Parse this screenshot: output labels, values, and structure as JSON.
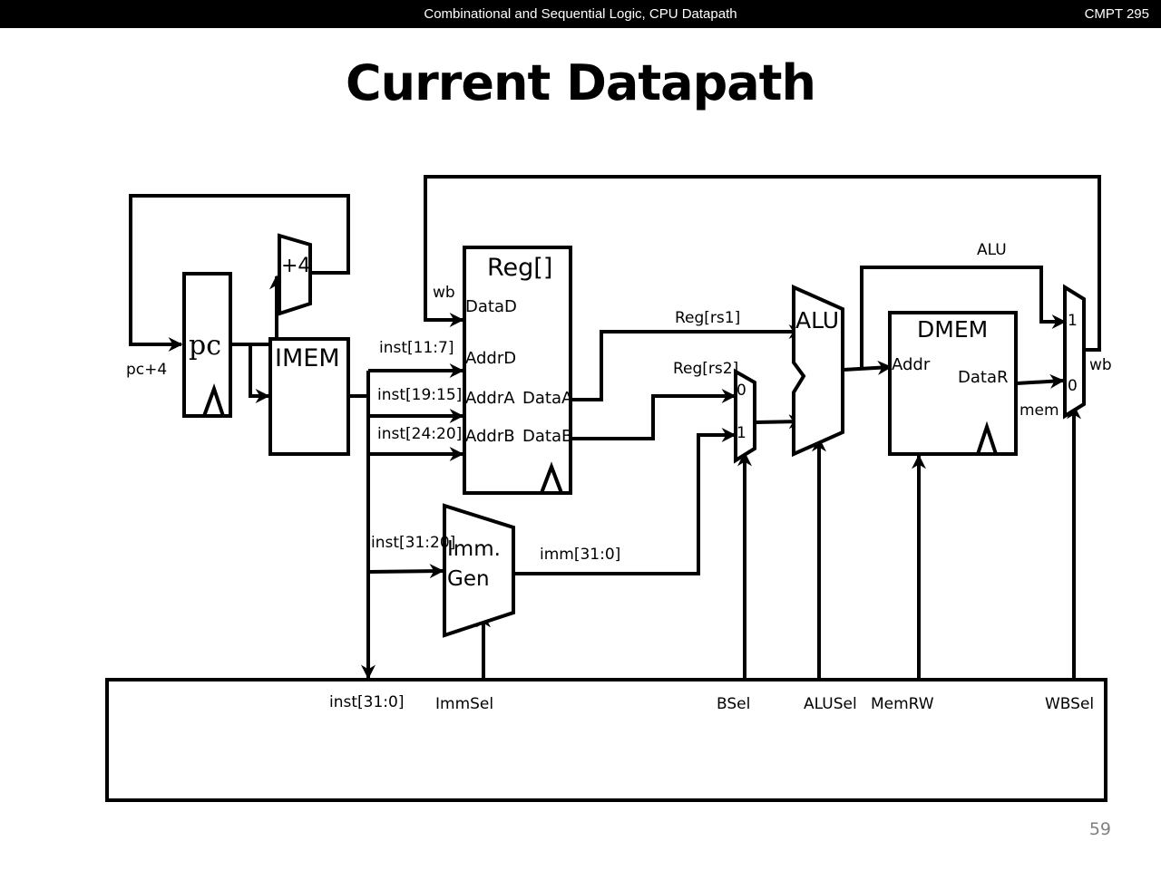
{
  "header": {
    "course_title": "Combinational and Sequential Logic, CPU Datapath",
    "course_code": "CMPT 295"
  },
  "slide": {
    "title": "Current Datapath",
    "page_number": "59"
  },
  "diagram": {
    "blocks": {
      "pc": "pc",
      "adder": "+4",
      "imem": "IMEM",
      "regfile": "Reg[]",
      "imm_gen_line1": "Imm.",
      "imm_gen_line2": "Gen",
      "alu": "ALU",
      "dmem": "DMEM"
    },
    "ports": {
      "data_d": "DataD",
      "addr_d": "AddrD",
      "addr_a": "AddrA",
      "addr_b": "AddrB",
      "data_a": "DataA",
      "data_b": "DataB",
      "bmux_in0": "0",
      "bmux_in1": "1",
      "dmem_addr": "Addr",
      "dmem_data_r": "DataR",
      "wbmux_in1": "1",
      "wbmux_in0": "0"
    },
    "wire_labels": {
      "pc_plus_4": "pc+4",
      "wb_in": "wb",
      "inst_11_7": "inst[11:7]",
      "inst_19_15": "inst[19:15]",
      "inst_24_20": "inst[24:20]",
      "inst_31_20": "inst[31:20]",
      "imm_31_0": "imm[31:0]",
      "reg_rs1": "Reg[rs1]",
      "reg_rs2": "Reg[rs2]",
      "alu_out": "ALU",
      "mem": "mem",
      "wb_out": "wb"
    },
    "control_signals": {
      "inst": "inst[31:0]",
      "imm_sel": "ImmSel",
      "b_sel": "BSel",
      "alu_sel": "ALUSel",
      "mem_rw": "MemRW",
      "wb_sel": "WBSel"
    }
  }
}
